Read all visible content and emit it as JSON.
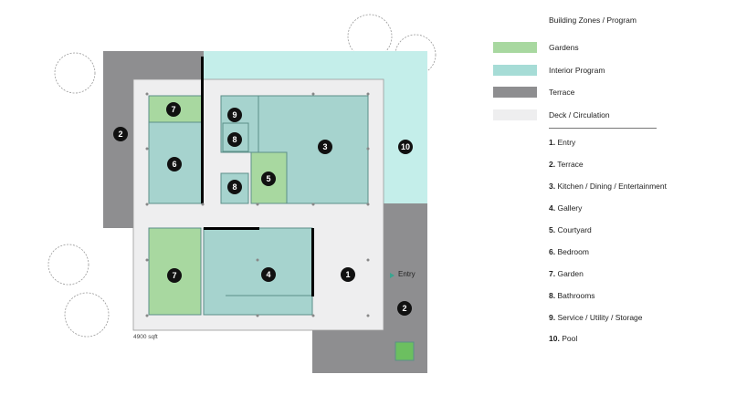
{
  "legend": {
    "title": "Building Zones  / Program",
    "zones": [
      {
        "label": "Gardens",
        "color": "#a8d8a0"
      },
      {
        "label": "Interior Program",
        "color": "#a6dcd6"
      },
      {
        "label": "Terrace",
        "color": "#8e8e90"
      },
      {
        "label": "Deck / Circulation",
        "color": "#eeeeef"
      }
    ],
    "program": [
      {
        "num": "1.",
        "label": " Entry"
      },
      {
        "num": "2.",
        "label": " Terrace"
      },
      {
        "num": "3.",
        "label": " Kitchen / Dining / Entertainment"
      },
      {
        "num": "4.",
        "label": " Gallery"
      },
      {
        "num": "5.",
        "label": " Courtyard"
      },
      {
        "num": "6.",
        "label": " Bedroom"
      },
      {
        "num": "7.",
        "label": " Garden"
      },
      {
        "num": "8.",
        "label": " Bathrooms"
      },
      {
        "num": "9.",
        "label": " Service / Utility / Storage"
      },
      {
        "num": "10.",
        "label": " Pool"
      }
    ]
  },
  "plan": {
    "area": "4900 sqft",
    "entry_label": "Entry",
    "badges": [
      "1",
      "2",
      "3",
      "4",
      "5",
      "6",
      "7",
      "8",
      "9",
      "10"
    ]
  }
}
